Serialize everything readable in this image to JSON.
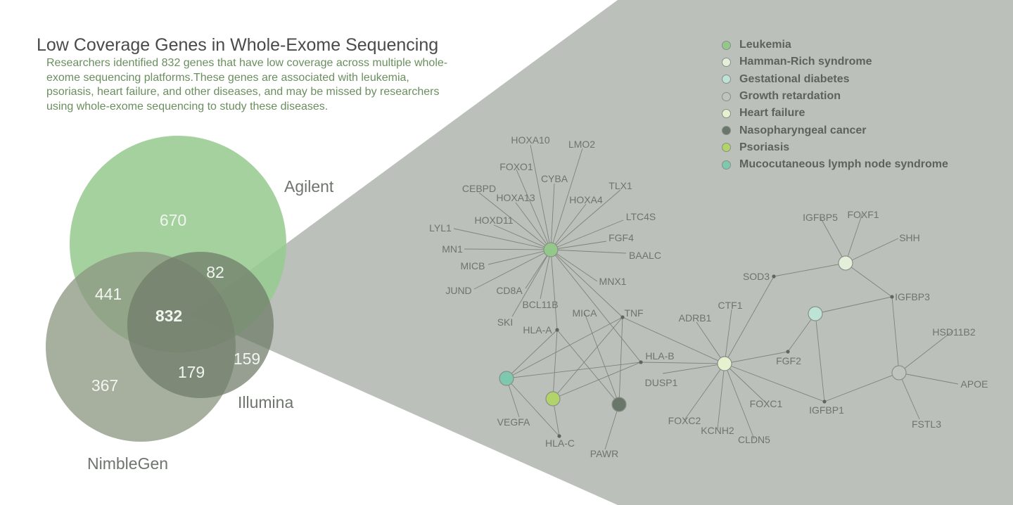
{
  "title": "Low Coverage Genes in Whole-Exome Sequencing",
  "description": "Researchers identified 832 genes that have low coverage across multiple whole-exome sequencing platforms.These genes are associated with leukemia, psoriasis, heart failure, and other diseases, and may be missed by researchers using whole-exome sequencing to study these diseases.",
  "venn": {
    "sets": [
      {
        "name": "Agilent",
        "color": "#97cb91"
      },
      {
        "name": "NimbleGen",
        "color": "#959f88"
      },
      {
        "name": "Illumina",
        "color": "#878e7d"
      }
    ],
    "regions": {
      "agilent_only": "670",
      "agilent_nimblegen": "441",
      "agilent_illumina": "82",
      "all_three": "832",
      "nimblegen_illumina": "179",
      "illumina_only": "159",
      "nimblegen_only": "367"
    }
  },
  "legend": [
    {
      "label": "Leukemia",
      "color": "#94c88a"
    },
    {
      "label": "Hamman-Rich syndrome",
      "color": "#e3efd9"
    },
    {
      "label": "Gestational diabetes",
      "color": "#bde3d6"
    },
    {
      "label": "Growth retardation",
      "color": "#c0c4be"
    },
    {
      "label": "Heart failure",
      "color": "#e6f1cf"
    },
    {
      "label": "Nasopharyngeal cancer",
      "color": "#6b766b"
    },
    {
      "label": "Psoriasis",
      "color": "#b2d36a"
    },
    {
      "label": "Mucocutaneous lymph node syndrome",
      "color": "#7cc9af"
    }
  ],
  "network": {
    "hubs": [
      {
        "id": "leukemia",
        "color": "#94c88a"
      },
      {
        "id": "hamman",
        "color": "#e3efd9"
      },
      {
        "id": "gestational",
        "color": "#bde3d6"
      },
      {
        "id": "growth",
        "color": "#c0c4be"
      },
      {
        "id": "heart",
        "color": "#e6f1cf"
      },
      {
        "id": "nasopharyngeal",
        "color": "#6b766b"
      },
      {
        "id": "psoriasis",
        "color": "#b2d36a"
      },
      {
        "id": "mucocutaneous",
        "color": "#7cc9af"
      }
    ],
    "genes": [
      "HOXA10",
      "LMO2",
      "FOXO1",
      "CYBA",
      "CEBPD",
      "HOXA13",
      "TLX1",
      "HOXA4",
      "LTC4S",
      "HOXD11",
      "LYL1",
      "FGF4",
      "MN1",
      "BAALC",
      "MICB",
      "MNX1",
      "JUND",
      "CD8A",
      "BCL11B",
      "MICA",
      "TNF",
      "SKI",
      "HLA-A",
      "HLA-B",
      "DUSP1",
      "VEGFA",
      "HLA-C",
      "PAWR",
      "ADRB1",
      "CTF1",
      "FOXC2",
      "KCNH2",
      "CLDN5",
      "FOXC1",
      "FGF2",
      "IGFBP1",
      "SOD3",
      "IGFBP5",
      "FOXF1",
      "SHH",
      "IGFBP3",
      "HSD11B2",
      "APOE",
      "FSTL3"
    ],
    "edges": [
      [
        "leukemia",
        "HOXA10"
      ],
      [
        "leukemia",
        "LMO2"
      ],
      [
        "leukemia",
        "FOXO1"
      ],
      [
        "leukemia",
        "CYBA"
      ],
      [
        "leukemia",
        "CEBPD"
      ],
      [
        "leukemia",
        "HOXA13"
      ],
      [
        "leukemia",
        "TLX1"
      ],
      [
        "leukemia",
        "HOXA4"
      ],
      [
        "leukemia",
        "LTC4S"
      ],
      [
        "leukemia",
        "HOXD11"
      ],
      [
        "leukemia",
        "LYL1"
      ],
      [
        "leukemia",
        "FGF4"
      ],
      [
        "leukemia",
        "MN1"
      ],
      [
        "leukemia",
        "BAALC"
      ],
      [
        "leukemia",
        "MICB"
      ],
      [
        "leukemia",
        "MNX1"
      ],
      [
        "leukemia",
        "JUND"
      ],
      [
        "leukemia",
        "CD8A"
      ],
      [
        "leukemia",
        "BCL11B"
      ],
      [
        "leukemia",
        "SKI"
      ],
      [
        "leukemia",
        "HLA-A"
      ],
      [
        "leukemia",
        "TNF"
      ],
      [
        "leukemia",
        "HLA-B"
      ],
      [
        "mucocutaneous",
        "TNF"
      ],
      [
        "mucocutaneous",
        "HLA-A"
      ],
      [
        "mucocutaneous",
        "HLA-B"
      ],
      [
        "mucocutaneous",
        "VEGFA"
      ],
      [
        "mucocutaneous",
        "HLA-C"
      ],
      [
        "psoriasis",
        "TNF"
      ],
      [
        "psoriasis",
        "HLA-A"
      ],
      [
        "psoriasis",
        "HLA-B"
      ],
      [
        "psoriasis",
        "HLA-C"
      ],
      [
        "nasopharyngeal",
        "TNF"
      ],
      [
        "nasopharyngeal",
        "HLA-A"
      ],
      [
        "nasopharyngeal",
        "MICA"
      ],
      [
        "nasopharyngeal",
        "PAWR"
      ],
      [
        "heart",
        "TNF"
      ],
      [
        "heart",
        "HLA-B"
      ],
      [
        "heart",
        "ADRB1"
      ],
      [
        "heart",
        "CTF1"
      ],
      [
        "heart",
        "DUSP1"
      ],
      [
        "heart",
        "FOXC2"
      ],
      [
        "heart",
        "KCNH2"
      ],
      [
        "heart",
        "CLDN5"
      ],
      [
        "heart",
        "FOXC1"
      ],
      [
        "heart",
        "FGF2"
      ],
      [
        "heart",
        "SOD3"
      ],
      [
        "heart",
        "IGFBP1"
      ],
      [
        "gestational",
        "FGF2"
      ],
      [
        "gestational",
        "IGFBP1"
      ],
      [
        "gestational",
        "IGFBP3"
      ],
      [
        "hamman",
        "SOD3"
      ],
      [
        "hamman",
        "IGFBP3"
      ],
      [
        "hamman",
        "IGFBP5"
      ],
      [
        "hamman",
        "FOXF1"
      ],
      [
        "hamman",
        "SHH"
      ],
      [
        "growth",
        "IGFBP3"
      ],
      [
        "growth",
        "IGFBP1"
      ],
      [
        "growth",
        "HSD11B2"
      ],
      [
        "growth",
        "APOE"
      ],
      [
        "growth",
        "FSTL3"
      ]
    ]
  }
}
